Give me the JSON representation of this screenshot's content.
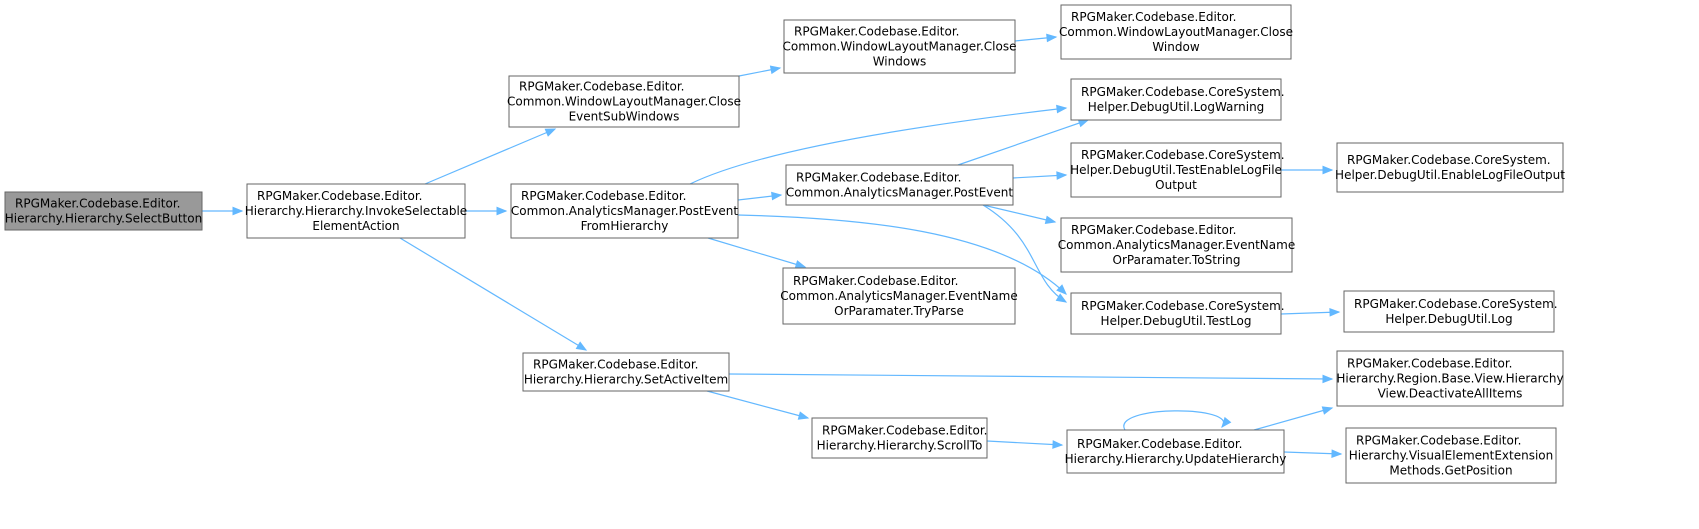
{
  "diagram": {
    "type": "call-graph",
    "colors": {
      "edge": "#63b8ff",
      "root_fill": "#999999",
      "node_border": "#666666",
      "node_fill": "#ffffff"
    },
    "nodes": [
      {
        "id": "n0",
        "lines": [
          "RPGMaker.Codebase.Editor.",
          "Hierarchy.Hierarchy.SelectButton"
        ],
        "root": true
      },
      {
        "id": "n1",
        "lines": [
          "RPGMaker.Codebase.Editor.",
          "Hierarchy.Hierarchy.InvokeSelectable",
          "ElementAction"
        ]
      },
      {
        "id": "n2",
        "lines": [
          "RPGMaker.Codebase.Editor.",
          "Common.WindowLayoutManager.Close",
          "EventSubWindows"
        ]
      },
      {
        "id": "n3",
        "lines": [
          "RPGMaker.Codebase.Editor.",
          "Common.AnalyticsManager.PostEvent",
          "FromHierarchy"
        ]
      },
      {
        "id": "n4",
        "lines": [
          "RPGMaker.Codebase.Editor.",
          "Hierarchy.Hierarchy.SetActiveItem"
        ]
      },
      {
        "id": "n5",
        "lines": [
          "RPGMaker.Codebase.Editor.",
          "Common.WindowLayoutManager.Close",
          "Windows"
        ]
      },
      {
        "id": "n6",
        "lines": [
          "RPGMaker.Codebase.Editor.",
          "Common.WindowLayoutManager.Close",
          "Window"
        ]
      },
      {
        "id": "n7",
        "lines": [
          "RPGMaker.Codebase.CoreSystem.",
          "Helper.DebugUtil.LogWarning"
        ]
      },
      {
        "id": "n8",
        "lines": [
          "RPGMaker.Codebase.Editor.",
          "Common.AnalyticsManager.PostEvent"
        ]
      },
      {
        "id": "n9",
        "lines": [
          "RPGMaker.Codebase.CoreSystem.",
          "Helper.DebugUtil.TestEnableLogFile",
          "Output"
        ]
      },
      {
        "id": "n10",
        "lines": [
          "RPGMaker.Codebase.CoreSystem.",
          "Helper.DebugUtil.EnableLogFileOutput"
        ]
      },
      {
        "id": "n11",
        "lines": [
          "RPGMaker.Codebase.Editor.",
          "Common.AnalyticsManager.EventName",
          "OrParamater.ToString"
        ]
      },
      {
        "id": "n12",
        "lines": [
          "RPGMaker.Codebase.Editor.",
          "Common.AnalyticsManager.EventName",
          "OrParamater.TryParse"
        ]
      },
      {
        "id": "n13",
        "lines": [
          "RPGMaker.Codebase.CoreSystem.",
          "Helper.DebugUtil.TestLog"
        ]
      },
      {
        "id": "n14",
        "lines": [
          "RPGMaker.Codebase.CoreSystem.",
          "Helper.DebugUtil.Log"
        ]
      },
      {
        "id": "n15",
        "lines": [
          "RPGMaker.Codebase.Editor.",
          "Hierarchy.Region.Base.View.Hierarchy",
          "View.DeactivateAllItems"
        ]
      },
      {
        "id": "n16",
        "lines": [
          "RPGMaker.Codebase.Editor.",
          "Hierarchy.Hierarchy.ScrollTo"
        ]
      },
      {
        "id": "n17",
        "lines": [
          "RPGMaker.Codebase.Editor.",
          "Hierarchy.Hierarchy.UpdateHierarchy"
        ]
      },
      {
        "id": "n18",
        "lines": [
          "RPGMaker.Codebase.Editor.",
          "Hierarchy.VisualElementExtension",
          "Methods.GetPosition"
        ]
      }
    ],
    "edges": [
      {
        "from": "n0",
        "to": "n1"
      },
      {
        "from": "n1",
        "to": "n2"
      },
      {
        "from": "n1",
        "to": "n3"
      },
      {
        "from": "n1",
        "to": "n4"
      },
      {
        "from": "n2",
        "to": "n5"
      },
      {
        "from": "n5",
        "to": "n6"
      },
      {
        "from": "n3",
        "to": "n7"
      },
      {
        "from": "n3",
        "to": "n8"
      },
      {
        "from": "n3",
        "to": "n12"
      },
      {
        "from": "n3",
        "to": "n13"
      },
      {
        "from": "n8",
        "to": "n7"
      },
      {
        "from": "n8",
        "to": "n9"
      },
      {
        "from": "n8",
        "to": "n11"
      },
      {
        "from": "n8",
        "to": "n13"
      },
      {
        "from": "n9",
        "to": "n10"
      },
      {
        "from": "n13",
        "to": "n14"
      },
      {
        "from": "n4",
        "to": "n15"
      },
      {
        "from": "n4",
        "to": "n16"
      },
      {
        "from": "n16",
        "to": "n17"
      },
      {
        "from": "n17",
        "to": "n17"
      },
      {
        "from": "n17",
        "to": "n15"
      },
      {
        "from": "n17",
        "to": "n18"
      }
    ]
  }
}
